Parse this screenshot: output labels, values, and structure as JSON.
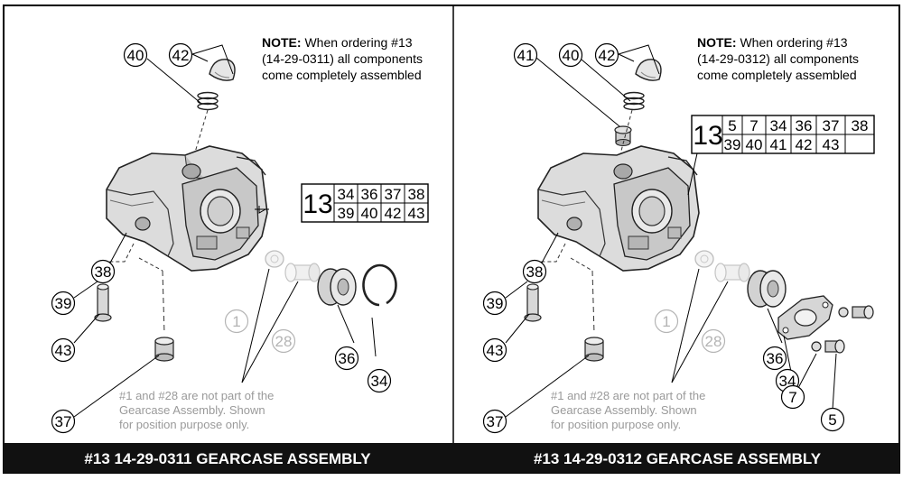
{
  "panels": [
    {
      "title": "#13   14-29-0311 GEARCASE ASSEMBLY",
      "note_bold": "NOTE:",
      "note_lines": [
        " When ordering #13",
        "(14-29-0311) all components",
        "come completely assembled"
      ],
      "ref_number": "13",
      "ref_rows": [
        [
          "34",
          "36",
          "37",
          "38"
        ],
        [
          "39",
          "40",
          "42",
          "43"
        ]
      ],
      "footnote": [
        "#1 and #28 are not part of the",
        "Gearcase Assembly. Shown",
        "for position purpose only."
      ],
      "callouts": [
        "40",
        "42",
        "38",
        "39",
        "43",
        "37",
        "1",
        "28",
        "36",
        "34"
      ]
    },
    {
      "title": "#13   14-29-0312 GEARCASE ASSEMBLY",
      "note_bold": "NOTE:",
      "note_lines": [
        " When ordering #13",
        "(14-29-0312) all components",
        "come completely assembled"
      ],
      "ref_number": "13",
      "ref_rows": [
        [
          "5",
          "7",
          "34",
          "36",
          "37",
          "38"
        ],
        [
          "39",
          "40",
          "41",
          "42",
          "43",
          ""
        ]
      ],
      "footnote": [
        "#1 and #28 are not part of the",
        "Gearcase Assembly. Shown",
        "for position purpose only."
      ],
      "callouts": [
        "41",
        "40",
        "42",
        "38",
        "39",
        "43",
        "37",
        "1",
        "28",
        "36",
        "34",
        "7",
        "5"
      ]
    }
  ]
}
